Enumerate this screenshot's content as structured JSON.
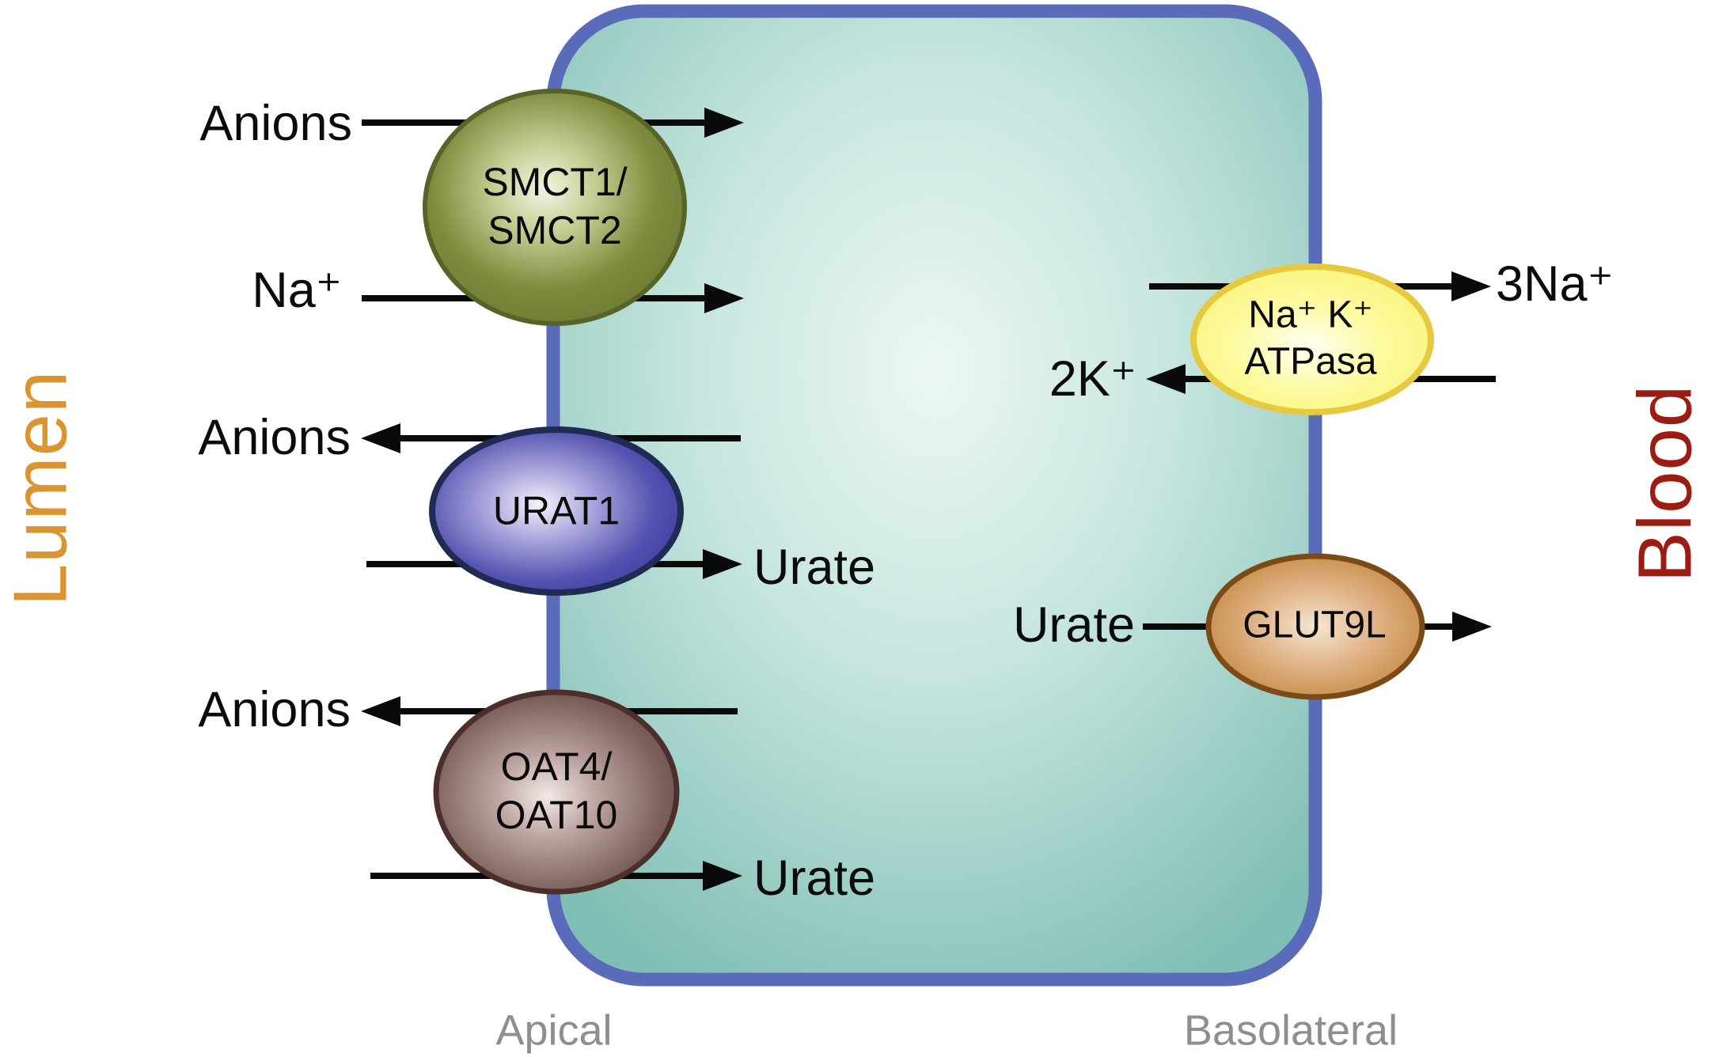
{
  "regions": {
    "lumen": {
      "label": "Lumen",
      "color": "#DC9431"
    },
    "blood": {
      "label": "Blood",
      "color": "#9C1B12"
    }
  },
  "membranes": {
    "apical": {
      "label": "Apical"
    },
    "basolateral": {
      "label": "Basolateral"
    },
    "label_color": "#8E8E8E"
  },
  "cell": {
    "fill_center": "#EDF7F4",
    "fill_edge": "#7FBEB4",
    "border_color": "#5A6BBA"
  },
  "transporters": {
    "smct": {
      "label": "SMCT1/\nSMCT2",
      "color": "#6F7E33",
      "border": "#566428"
    },
    "urat1": {
      "label": "URAT1",
      "color": "#3A3AA0",
      "border": "#1F2B52"
    },
    "oat": {
      "label": "OAT4/\nOAT10",
      "color": "#6E504E",
      "border": "#4C2F2B"
    },
    "atpase": {
      "label": "Na⁺ K⁺\nATPasa",
      "color": "#FAF87F",
      "border": "#E6C93F"
    },
    "glut9l": {
      "label": "GLUT9L",
      "color": "#C8813C",
      "border": "#7C4A16"
    }
  },
  "flows": {
    "smct": {
      "substrate1": "Anions",
      "substrate2": "Na⁺"
    },
    "urat1": {
      "exported": "Anions",
      "imported": "Urate"
    },
    "oat": {
      "exported": "Anions",
      "imported": "Urate"
    },
    "atpase": {
      "exported": "3Na⁺",
      "imported": "2K⁺"
    },
    "glut9l": {
      "substrate": "Urate"
    }
  }
}
